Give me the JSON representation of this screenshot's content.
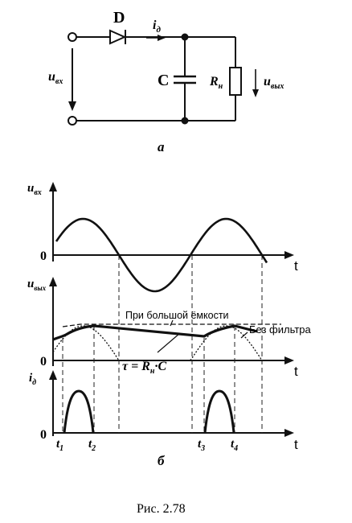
{
  "circuit": {
    "diode_label": "D",
    "current_label": "i",
    "current_sub": "д",
    "capacitor_label": "C",
    "resistor_label": "R",
    "resistor_sub": "н",
    "input_label": "u",
    "input_sub": "вх",
    "output_label": "u",
    "output_sub": "вых",
    "caption": "а"
  },
  "plot_input": {
    "y_label": "u",
    "y_sub": "вх",
    "zero": "0",
    "x_label": "t"
  },
  "plot_output": {
    "y_label": "u",
    "y_sub": "вых",
    "zero": "0",
    "x_label": "t",
    "annotation_large_c": "При большой ёмкости",
    "annotation_no_filter": "Без фильтра",
    "tau_lhs": "τ = R",
    "tau_sub": "н",
    "tau_rhs": "·C"
  },
  "plot_current": {
    "y_label": "i",
    "y_sub": "д",
    "zero": "0",
    "x_label": "t",
    "t1": "t",
    "t1_sub": "1",
    "t2": "t",
    "t2_sub": "2",
    "t3": "t",
    "t3_sub": "3",
    "t4": "t",
    "t4_sub": "4"
  },
  "plots_caption": "б",
  "figure_caption": "Рис. 2.78"
}
